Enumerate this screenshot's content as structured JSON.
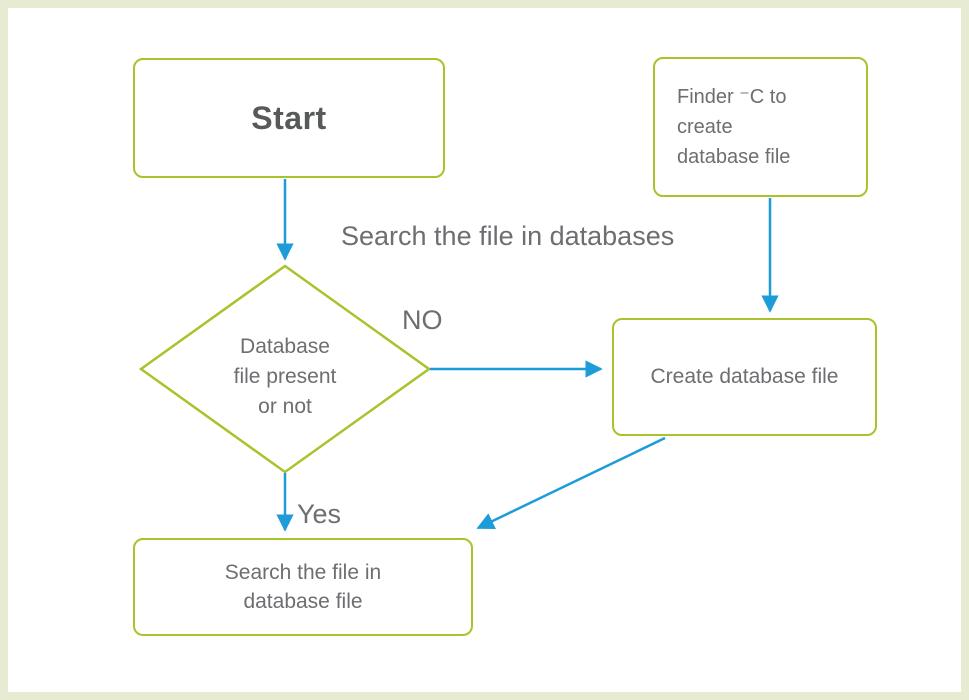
{
  "diagram": {
    "nodes": {
      "start": {
        "label": "Start"
      },
      "finder": {
        "lines": [
          "Finder ⁻C to",
          "create",
          "database file"
        ]
      },
      "decision": {
        "lines": [
          "Database",
          "file present",
          "or not"
        ]
      },
      "create": {
        "label": "Create database file"
      },
      "search": {
        "lines": [
          "Search the file in",
          "database file"
        ]
      }
    },
    "labels": {
      "search_databases": "Search the file in databases",
      "no": "NO",
      "yes": "Yes"
    },
    "colors": {
      "shape_border": "#a8c32b",
      "arrow": "#1e9cd8",
      "text": "#6d6e71",
      "start_text": "#58595b",
      "frame": "#e7ebd2",
      "background": "#ffffff"
    }
  }
}
